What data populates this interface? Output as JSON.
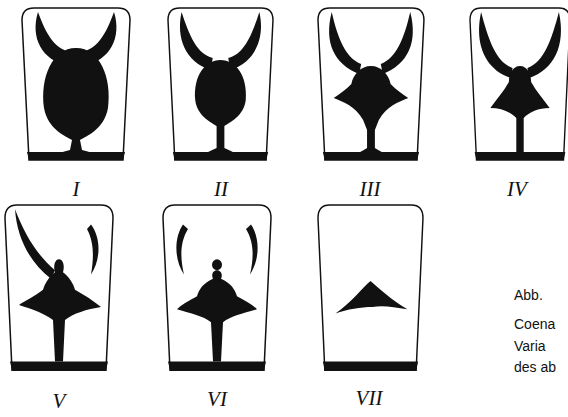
{
  "diagram": {
    "labels": [
      "I",
      "II",
      "III",
      "IV",
      "V",
      "VI",
      "VII",
      "Abb.",
      "Coena",
      "Varia",
      "des ab"
    ]
  }
}
